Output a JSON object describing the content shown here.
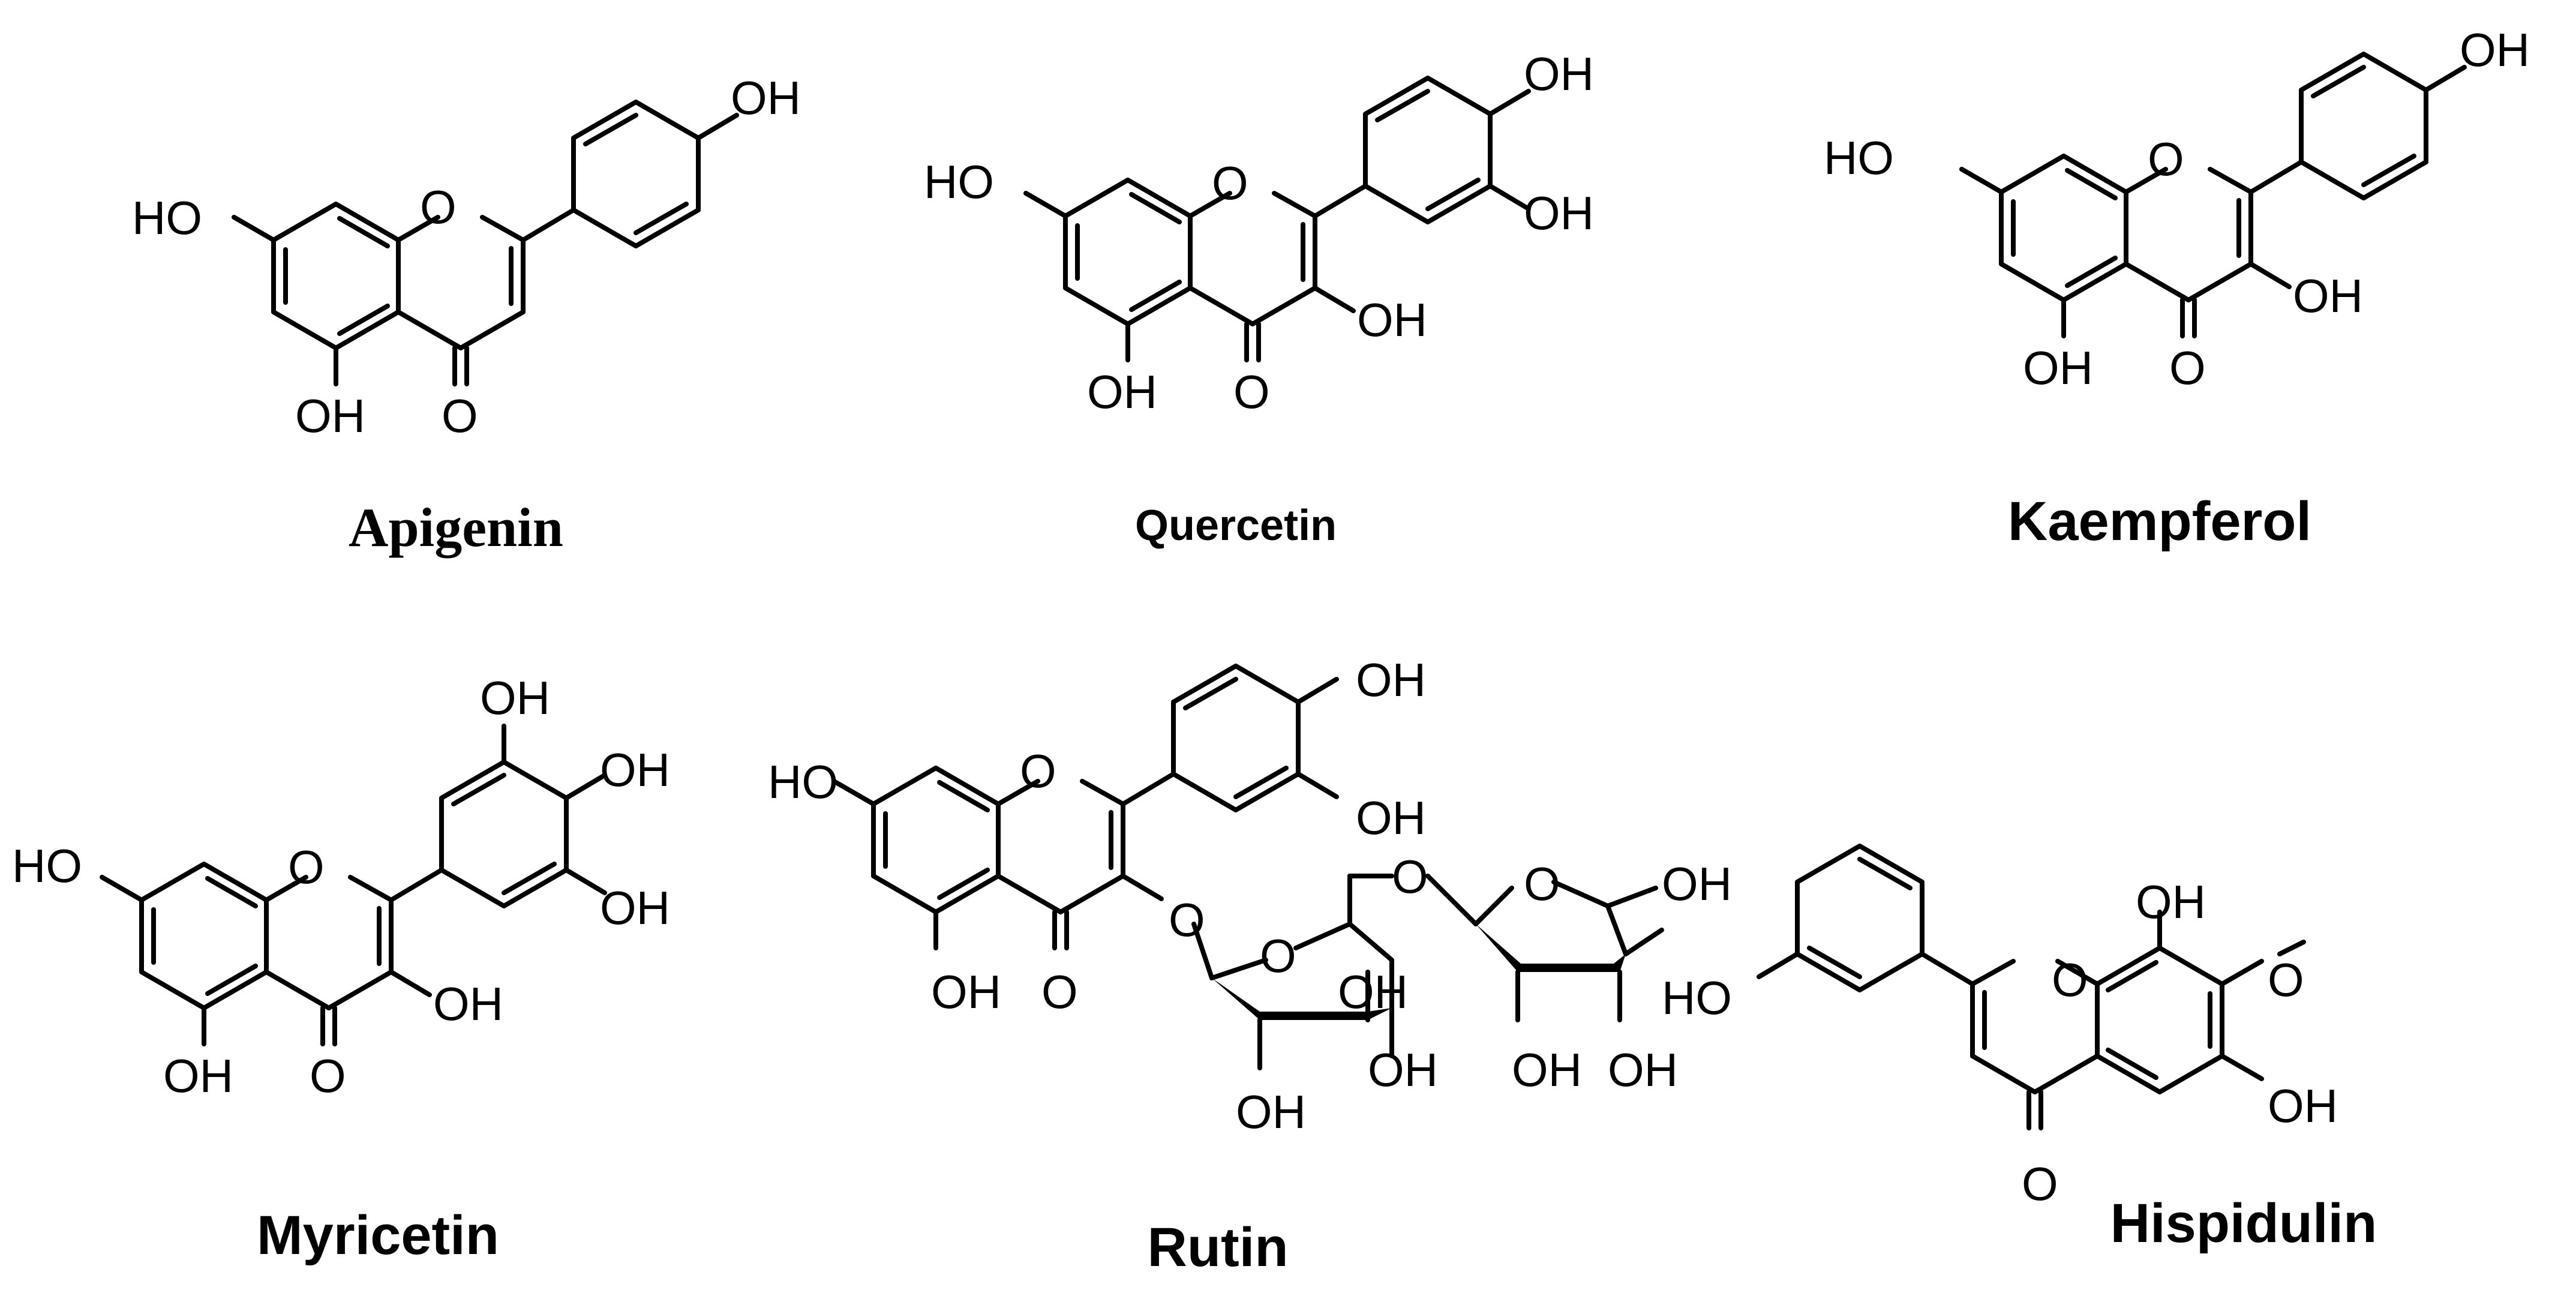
{
  "labels": {
    "oh": "OH",
    "ho": "HO",
    "o": "O"
  },
  "compounds": [
    {
      "name": "Apigenin"
    },
    {
      "name": "Quercetin"
    },
    {
      "name": "Kaempferol"
    },
    {
      "name": "Myricetin"
    },
    {
      "name": "Rutin"
    },
    {
      "name": "Hispidulin"
    }
  ]
}
